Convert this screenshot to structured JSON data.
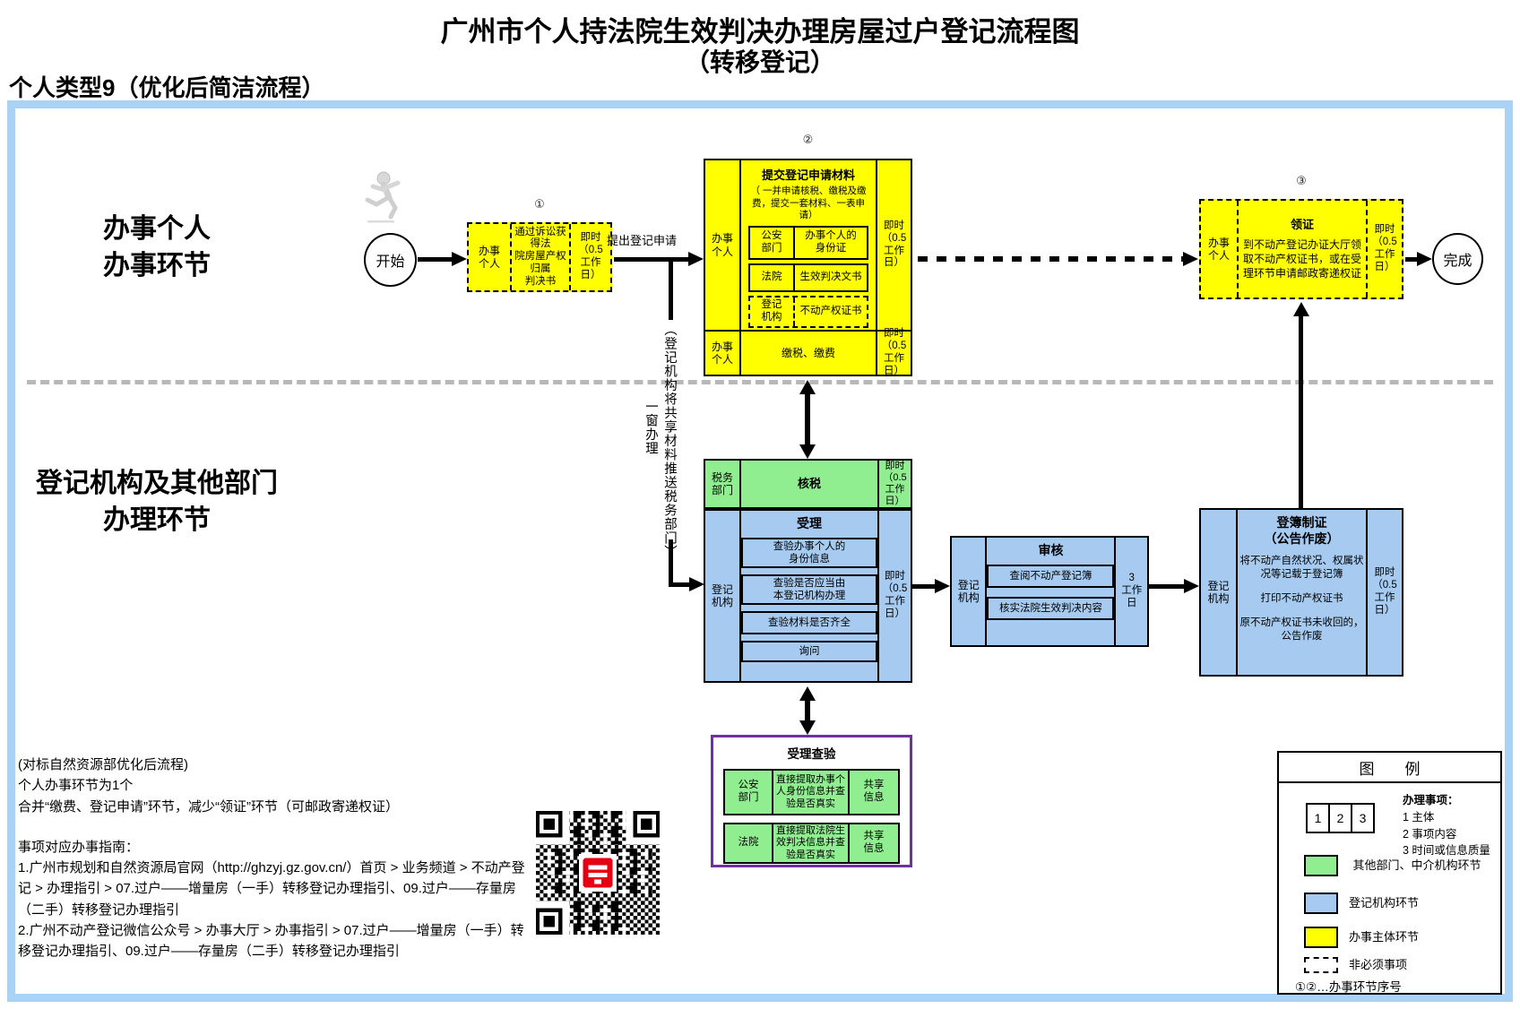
{
  "header": {
    "title_line1": "广州市个人持法院生效判决办理房屋过户登记流程图",
    "title_line2": "（转移登记）",
    "subtitle": "个人类型9（优化后简洁流程）"
  },
  "lanes": {
    "top_line1": "办事个人",
    "top_line2": "办事环节",
    "bottom_line1": "登记机构及其他部门",
    "bottom_line2": "办理环节"
  },
  "flow": {
    "start": "开始",
    "finish": "完成",
    "step1": {
      "seq": "①",
      "actor": "办事\n个人",
      "content": "通过诉讼获得法\n院房屋产权归属\n判决书",
      "time": "即时\n（0.5\n工作\n日）"
    },
    "submit_label": "提出登记申请",
    "window_note_right": "（登记机构将共享材料推送税务部门）",
    "window_note_left": "一窗办理",
    "step2": {
      "seq": "②",
      "actor": "办事\n个人",
      "title": "提交登记申请材料",
      "note": "（ 一并申请核税、缴税及缴费，提交一套材料、一表申请）",
      "materials": [
        {
          "org": "公安\n部门",
          "item": "办事个人的\n身份证"
        },
        {
          "org": "法院",
          "item": "生效判决文书"
        },
        {
          "org": "登记\n机构",
          "item": "不动产权证书"
        }
      ],
      "time": "即时\n（0.5\n工作\n日）",
      "pay_actor": "办事\n个人",
      "pay_content": "缴税、缴费",
      "pay_time": "即时\n（0.5\n工作\n日）"
    },
    "step3": {
      "seq": "③",
      "actor": "办事\n个人",
      "title": "领证",
      "content": "到不动产登记办证大厅领取不动产权证书，或在受理环节申请邮政寄递权证",
      "time": "即时\n（0.5\n工作\n日）"
    },
    "tax": {
      "org": "税务\n部门",
      "title": "核税",
      "time": "即时\n（0.5\n工作\n日）"
    },
    "accept": {
      "org": "登记\n机构",
      "title": "受理",
      "items": [
        "查验办事个人的\n身份信息",
        "查验是否应当由\n本登记机构办理",
        "查验材料是否齐全",
        "询问"
      ],
      "time": "即时\n（0.5\n工作\n日）"
    },
    "review": {
      "org": "登记\n机构",
      "title": "审核",
      "items": [
        "查阅不动产登记簿",
        "核实法院生效判决内容"
      ],
      "time": "3\n工作\n日"
    },
    "record": {
      "org": "登记\n机构",
      "title": "登簿制证\n（公告作废）",
      "items": [
        "将不动产自然状况、权属状\n况等记载于登记簿",
        "打印不动产权证书",
        "原不动产权证书未收回的，\n公告作废"
      ],
      "time": "即时\n（0.5\n工作\n日）"
    },
    "verify": {
      "title": "受理查验",
      "rows": [
        {
          "org": "公安\n部门",
          "item": "直接提取办事个\n人身份信息并查\n验是否真实",
          "share": "共享\n信息"
        },
        {
          "org": "法院",
          "item": "直接提取法院生\n效判决信息并查\n验是否真实",
          "share": "共享\n信息"
        }
      ]
    }
  },
  "notes": {
    "opt_lines": [
      "(对标自然资源部优化后流程)",
      "个人办事环节为1个",
      "合并“缴费、登记申请”环节，减少“领证”环节（可邮政寄递权证）"
    ],
    "guide_title": "事项对应办事指南：",
    "guides": [
      "1.广州市规划和自然资源局官网（http://ghzyj.gz.gov.cn/）首页 > 业务频道 > 不动产登记 > 办理指引 > 07.过户——增量房（一手）转移登记办理指引、09.过户——存量房（二手）转移登记办理指引",
      "2.广州不动产登记微信公众号 > 办事大厅 > 办事指引 > 07.过户——增量房（一手）转移登记办理指引、09.过户——存量房（二手）转移登记办理指引"
    ]
  },
  "legend": {
    "title": "图　　例",
    "sample": [
      "1",
      "2",
      "3"
    ],
    "sample_caption": "办理事项：",
    "sample_items": [
      "1 主体",
      "2 事项内容",
      "3 时间或信息质量"
    ],
    "entries": [
      {
        "label": "其他部门、中介机构环节",
        "color": "#90EE90"
      },
      {
        "label": "登记机构环节",
        "color": "#A6CAF0"
      },
      {
        "label": "办事主体环节",
        "color": "#FFFF00"
      },
      {
        "label": "非必须事项",
        "color": "dashed-outline"
      }
    ],
    "seq_note": "①②…办事环节序号"
  },
  "colors": {
    "subject_step": "#FFFF00",
    "registry_step": "#A6CAF0",
    "other_dept_step": "#90EE90",
    "verify_border": "#7030A0",
    "canvas_border": "#A9D2F5",
    "qr_center": "#E60012"
  }
}
